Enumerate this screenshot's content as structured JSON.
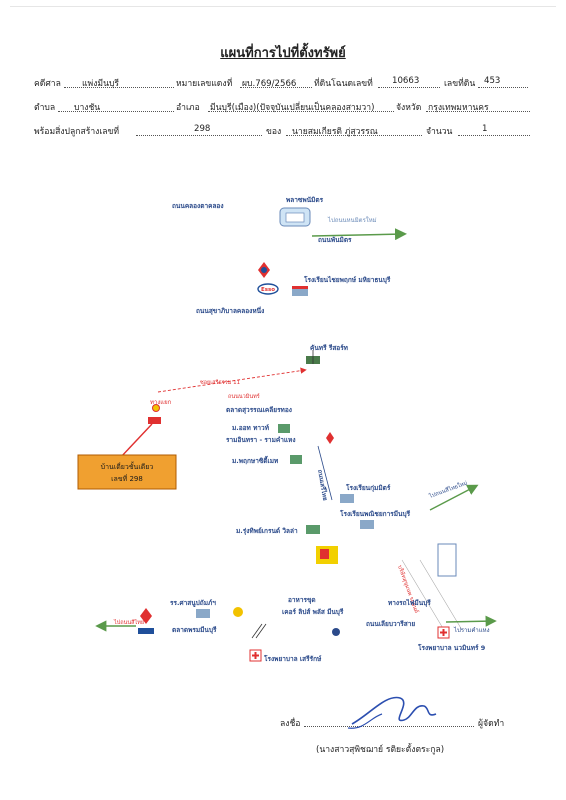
{
  "title": "แผนที่การไปที่ตั้งทรัพย์",
  "fields": {
    "court_label": "คดีศาล",
    "court_value": "แพ่งมีนบุรี",
    "case_label": "หมายเลขแดงที่",
    "case_value": "ผบ.769/2566",
    "deed_label": "ที่ดินโฉนดเลขที่",
    "deed_value": "10663",
    "land_no_label": "เลขที่ดิน",
    "land_no_value": "453",
    "subdistrict_label": "ตำบล",
    "subdistrict_value": "บางชัน",
    "district_label": "อำเภอ",
    "district_value": "มีนบุรี(เมือง)(ปัจจุบันเปลี่ยนเป็นคลองสามวา)",
    "province_label": "จังหวัด",
    "province_value": "กรุงเทพมหานคร",
    "building_label": "พร้อมสิ่งปลูกสร้างเลขที่",
    "building_value": "298",
    "owner_label": "ของ",
    "owner_value": "นายสมเกียรติ ภู่สุวรรณ",
    "count_label": "จำนวน",
    "count_value": "1"
  },
  "map": {
    "labels": {
      "klongtanon": "ถนนคลองตาคลอง",
      "pornpanmitr": "พลาซพนัมิตร",
      "to_pornpanmitr": "ไปถนนหนมิตรใหม่",
      "pornpanmitr_road": "ถนนพันมิตร",
      "school_chaiyaphruek": "โรงเรียนไชยพฤกษ์ มหิยาธนบุรี",
      "road_sukapiban": "ถนนสุขาภิบาลคลองหนึ่ง",
      "club": "คันทรี รีสอร์ท",
      "soi_entry": "ซอยเสรีธรรม 11",
      "entry_road": "ถนนนวมินทร์",
      "gate": "ทางแยก",
      "market": "ตลาดสุวรรณเคลียรทอง",
      "village_a": "ม.ออท ทาวท์",
      "village_b": "รามอินทรา - รามคำแหง",
      "village_c": "ม.พฤกษาซิตี้เมท",
      "road_main": "ถนนเสรีไทย",
      "school_b": "โรงเรียนกุ่มมิตร์",
      "school_c": "โรงเรียนพณิชยการมีนบุรี",
      "to_right_top": "ไปถนนสีไทยใหม่",
      "village_d": "ม.รุ่งทิพย์เกรนด์ วิลล่า",
      "vehicle": "บริษัทสุขุมนพ รถยนต์",
      "kerry": "เคอร์ ลิปส์ พลัส มีนบุรี",
      "food": "อาหารขุด",
      "temple": "ทางรถไฟมีนบุรี",
      "bangkok_road": "ถนนเลียบวารีสาย",
      "rr_station": "รร.ศาสนูปถัมภ์ฯ",
      "minburi_market": "ตลาดพรมมีนบุรี",
      "to_left": "ไปถนนสีไทย",
      "to_right_bottom": "ไปรามคำแหง",
      "hospital_a": "โรงพยาบาล เสรีรักษ์",
      "hospital_b": "โรงพยาบาล นวมินทร์ 9",
      "esso": "Esso",
      "house_box_line1": "บ้านเดี่ยวชั้นเดียว",
      "house_box_line2": "เลขที่ 298"
    }
  },
  "signature": {
    "sign_label": "ลงชื่อ",
    "role": "ผู้จัดทำ",
    "name": "(นางสาวสุพิชฌาย์ รติยะตั้งตระกูล)"
  },
  "colors": {
    "accent_red": "#e03030",
    "label_blue": "#2b4a8a",
    "arrow_green": "#5a9a4a",
    "box_fill": "#f0a030",
    "box_border": "#b05b00",
    "sign_blue": "#2c4fb0"
  }
}
